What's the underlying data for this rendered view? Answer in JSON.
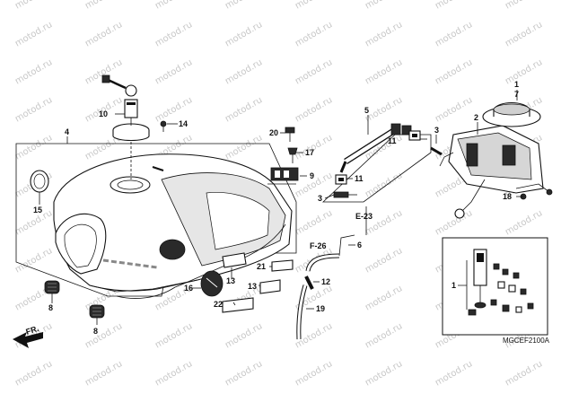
{
  "watermark": "motod.ru",
  "diagram_code": "MGCEF2100A",
  "front_arrow": "FR.",
  "refs": {
    "e23": "E-23",
    "f26": "F-26"
  },
  "callouts": [
    {
      "id": "c1",
      "text": "1"
    },
    {
      "id": "c7",
      "text": "7"
    },
    {
      "id": "c2",
      "text": "2"
    },
    {
      "id": "c3a",
      "text": "3"
    },
    {
      "id": "c3b",
      "text": "3"
    },
    {
      "id": "c4",
      "text": "4"
    },
    {
      "id": "c5",
      "text": "5"
    },
    {
      "id": "c6",
      "text": "6"
    },
    {
      "id": "c8a",
      "text": "8"
    },
    {
      "id": "c8b",
      "text": "8"
    },
    {
      "id": "c9",
      "text": "9"
    },
    {
      "id": "c10",
      "text": "10"
    },
    {
      "id": "c11a",
      "text": "11"
    },
    {
      "id": "c11b",
      "text": "11"
    },
    {
      "id": "c12",
      "text": "12"
    },
    {
      "id": "c13a",
      "text": "13"
    },
    {
      "id": "c13b",
      "text": "13"
    },
    {
      "id": "c14",
      "text": "14"
    },
    {
      "id": "c15",
      "text": "15"
    },
    {
      "id": "c16",
      "text": "16"
    },
    {
      "id": "c17",
      "text": "17"
    },
    {
      "id": "c18",
      "text": "18"
    },
    {
      "id": "c19",
      "text": "19"
    },
    {
      "id": "c20",
      "text": "20"
    },
    {
      "id": "c21",
      "text": "21"
    },
    {
      "id": "c22",
      "text": "22"
    },
    {
      "id": "c1inset",
      "text": "1"
    }
  ]
}
